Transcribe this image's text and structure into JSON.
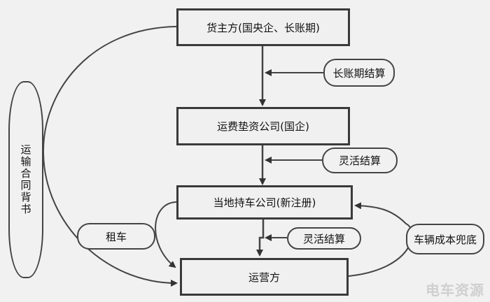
{
  "diagram": {
    "nodes": {
      "cargo_owner": "货主方(国央企、长账期)",
      "freight_advance": "运费垫资公司(国企)",
      "local_vehicle": "当地持车公司(新注册)",
      "operator": "运营方"
    },
    "labels": {
      "long_settlement": "长账期结算",
      "flexible_settlement_1": "灵活结算",
      "flexible_settlement_2": "灵活结算",
      "rent_car": "租车",
      "vehicle_cost_guarantee": "车辆成本兜底",
      "contract_endorsement": "运输合同背书"
    },
    "edges": [
      {
        "from": "cargo_owner",
        "to": "freight_advance",
        "label": "long_settlement"
      },
      {
        "from": "freight_advance",
        "to": "local_vehicle",
        "label": "flexible_settlement_1"
      },
      {
        "from": "local_vehicle",
        "to": "operator",
        "label": "flexible_settlement_2"
      },
      {
        "from": "local_vehicle",
        "to": "operator",
        "label": "rent_car"
      },
      {
        "from": "operator",
        "to": "local_vehicle",
        "label": "vehicle_cost_guarantee"
      },
      {
        "from": "cargo_owner",
        "to": "operator",
        "label": "contract_endorsement"
      }
    ],
    "watermark": "电车资源"
  }
}
